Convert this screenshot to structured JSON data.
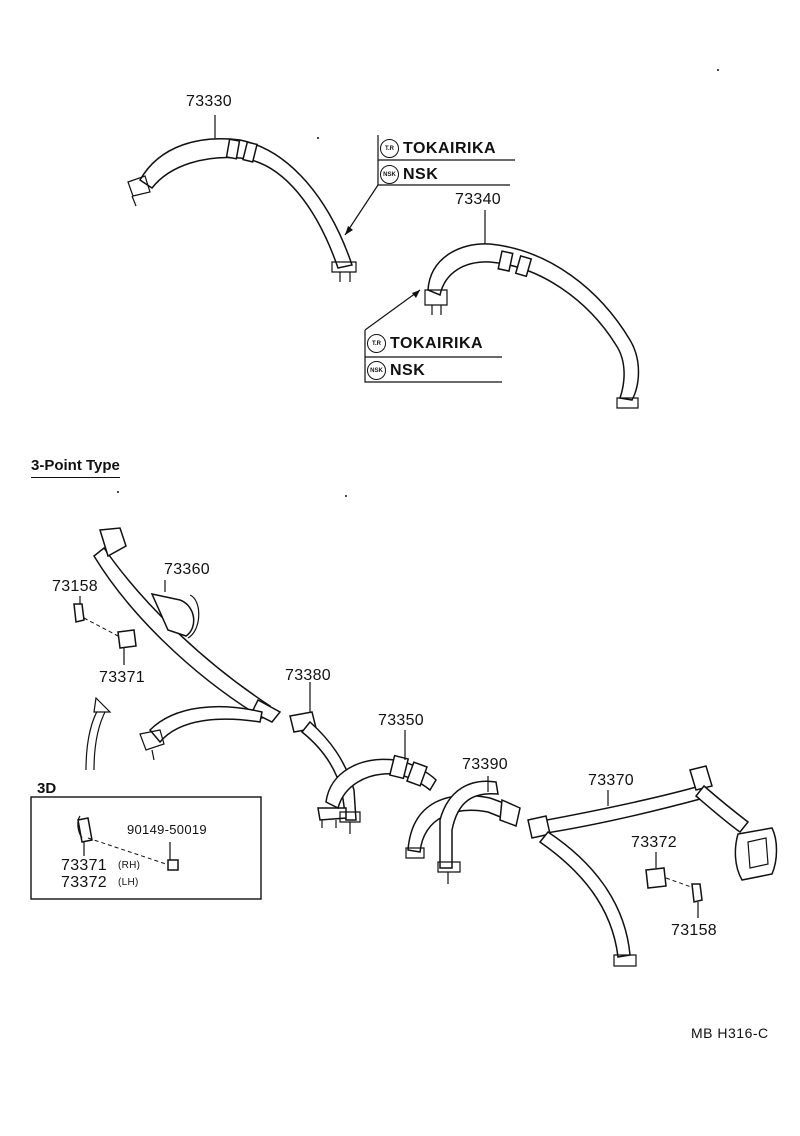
{
  "parts": {
    "p73330": "73330",
    "p73340": "73340",
    "p73360": "73360",
    "p73158_a": "73158",
    "p73371_a": "73371",
    "p73380": "73380",
    "p73350": "73350",
    "p73390": "73390",
    "p73370": "73370",
    "p73372": "73372",
    "p73158_b": "73158",
    "p90149": "90149-50019",
    "p73371_b": "73371",
    "p73371_b_side": "(RH)",
    "p73372_b": "73372",
    "p73372_b_side": "(LH)"
  },
  "makers_top": {
    "maker1": "TOKAIRIKA",
    "maker1_badge": "T.R",
    "maker2": "NSK",
    "maker2_badge": "NSK"
  },
  "makers_mid": {
    "maker1": "TOKAIRIKA",
    "maker1_badge": "T.R",
    "maker2": "NSK",
    "maker2_badge": "NSK"
  },
  "section": {
    "title": "3-Point Type"
  },
  "inset": {
    "title": "3D"
  },
  "reference": "MB  H316-C"
}
